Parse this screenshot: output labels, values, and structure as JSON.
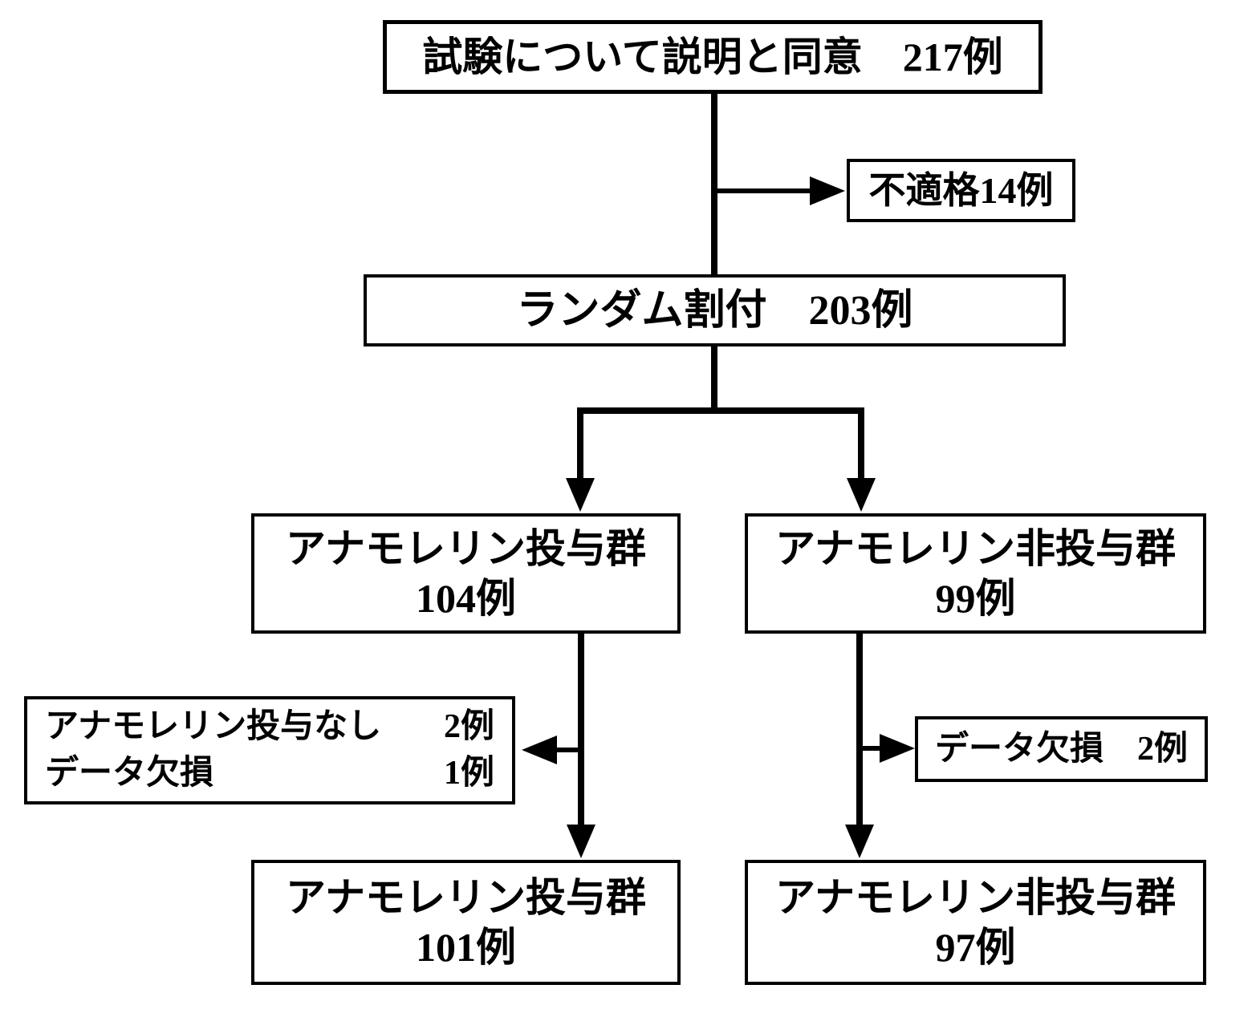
{
  "diagram": {
    "type": "consort-flowchart",
    "colors": {
      "border": "#000000",
      "background": "#ffffff",
      "text": "#000000"
    },
    "boxes": {
      "consent": {
        "text": "試験について説明と同意　217例"
      },
      "ineligible": {
        "text": "不適格14例"
      },
      "randomized": {
        "text": "ランダム割付　203例"
      },
      "arm_anamorelin": {
        "line1": "アナモレリン投与群",
        "line2": "104例"
      },
      "arm_control": {
        "line1": "アナモレリン非投与群",
        "line2": "99例"
      },
      "excluded_left": {
        "rows": [
          {
            "label": "アナモレリン投与なし",
            "value": "2例"
          },
          {
            "label": "データ欠損",
            "value": "1例"
          }
        ]
      },
      "excluded_right": {
        "text": "データ欠損　2例"
      },
      "final_anamorelin": {
        "line1": "アナモレリン投与群",
        "line2": "101例"
      },
      "final_control": {
        "line1": "アナモレリン非投与群",
        "line2": "97例"
      }
    }
  }
}
